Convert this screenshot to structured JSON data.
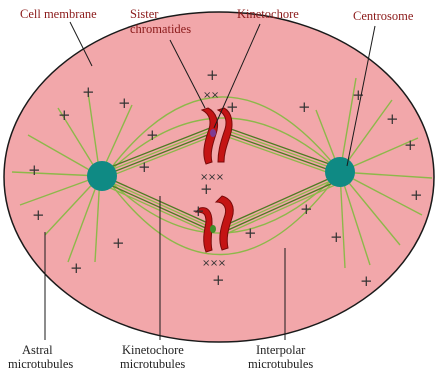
{
  "labels": {
    "cell_membrane": "Cell membrane",
    "sister_chromatides_1": "Sister",
    "sister_chromatides_2": "chromatides",
    "kinetochore": "Kinetochore",
    "centrosome": "Centrosome",
    "astral_1": "Astral",
    "astral_2": "microtubules",
    "kinetochore_mt_1": "Kinetochore",
    "kinetochore_mt_2": "microtubules",
    "interpolar_1": "Interpolar",
    "interpolar_2": "microtubules"
  },
  "symbols": {
    "plus": "+",
    "xxx": "×××",
    "xx": "××"
  },
  "colors": {
    "cytoplasm": "#F2A7AA",
    "membrane": "#1a1a1a",
    "centrosome": "#0F8A84",
    "microtubule": "#8DB84A",
    "kinetochore_fiber": "#4E7A22",
    "chromatid": "#C41414",
    "chromatid_edge": "#7A0A0A",
    "label_red": "#8B1A1A"
  }
}
